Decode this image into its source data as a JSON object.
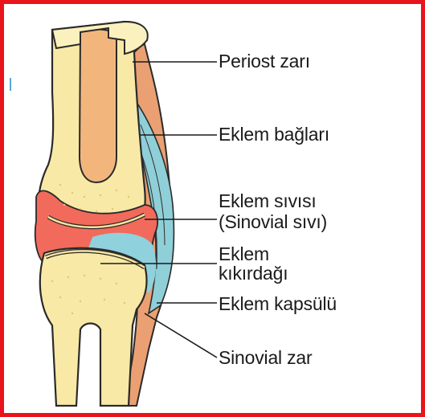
{
  "labels": {
    "periost": "Periost zarı",
    "ligaments": "Eklem bağları",
    "fluid_line1": "Eklem sıvısı",
    "fluid_line2": "(Sinovial sıvı)",
    "cartilage_line1": "Eklem",
    "cartilage_line2": "kıkırdağı",
    "capsule": "Eklem kapsülü",
    "synovial_membrane": "Sinovial zar"
  },
  "colors": {
    "frame": "#e8141c",
    "bone_shaft": "#f8e9a6",
    "marrow": "#f2b67d",
    "spongy_bone": "#f7e4a3",
    "periosteum": "#eaa072",
    "ligament": "#8fcfd8",
    "synovial_fluid": "#8fd1dc",
    "joint_space_red": "#f26a5b",
    "cartilage": "#f5e3a0",
    "outline": "#2a2a2a"
  }
}
